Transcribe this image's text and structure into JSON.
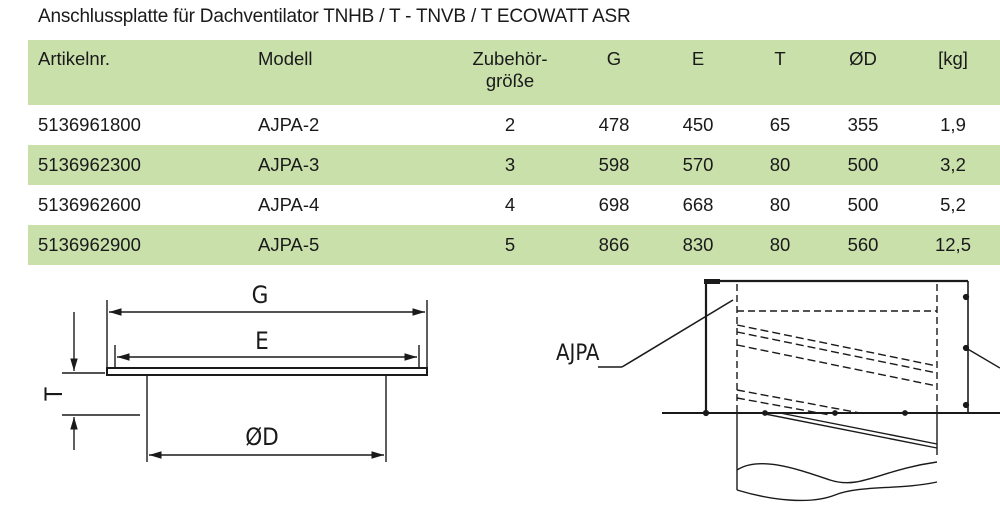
{
  "title": "Anschlussplatte für Dachventilator TNHB / T - TNVB / T ECOWATT ASR",
  "table": {
    "headers": [
      "Artikelnr.",
      "Modell",
      "Zubehör-\ngröße",
      "G",
      "E",
      "T",
      "ØD",
      "[kg]"
    ],
    "rows": [
      [
        "5136961800",
        "AJPA-2",
        "2",
        "478",
        "450",
        "65",
        "355",
        "1,9"
      ],
      [
        "5136962300",
        "AJPA-3",
        "3",
        "598",
        "570",
        "80",
        "500",
        "3,2"
      ],
      [
        "5136962600",
        "AJPA-4",
        "4",
        "698",
        "668",
        "80",
        "500",
        "5,2"
      ],
      [
        "5136962900",
        "AJPA-5",
        "5",
        "866",
        "830",
        "80",
        "560",
        "12,5"
      ]
    ]
  },
  "drawing": {
    "label_g": "G",
    "label_e": "E",
    "label_t": "T",
    "label_d": "ØD",
    "label_ajpa": "AJPA"
  },
  "colors": {
    "header_bg": "#c9e0ab",
    "alt_row_bg": "#c9e0ab"
  }
}
